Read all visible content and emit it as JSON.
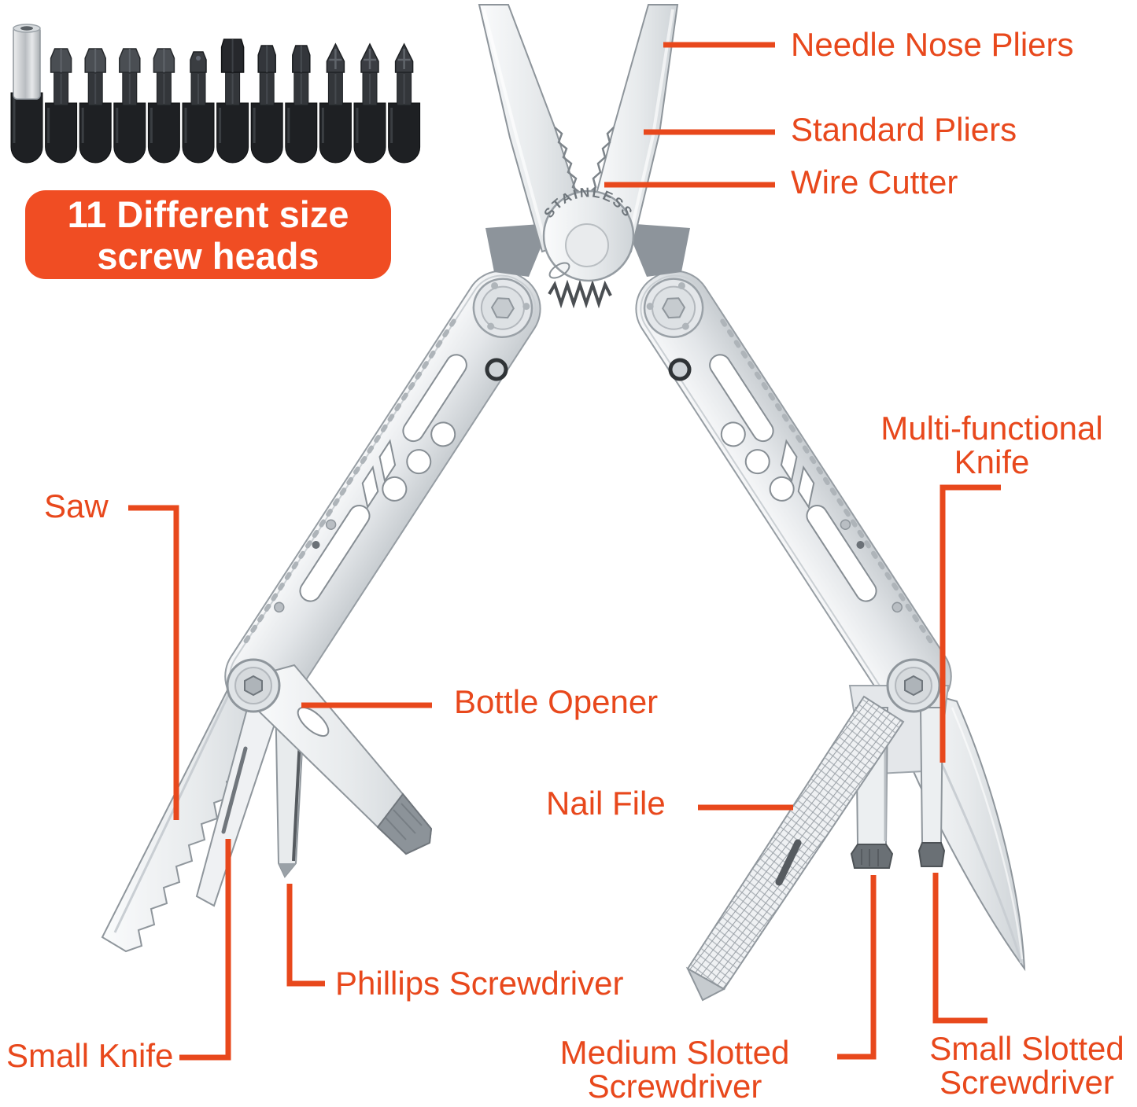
{
  "colors": {
    "accent": "#E8481C",
    "badge_bg": "#F04D23",
    "badge_text": "#FFFFFF",
    "metal_light": "#F2F3F5",
    "metal_dark": "#9AA1A7",
    "screwdriver_tip_dark": "#6A7075",
    "bit_black": "#2E3134"
  },
  "badge": {
    "line1": "11 Different size",
    "line2": "screw heads"
  },
  "engraving": "STAINLESS",
  "bits": {
    "items": [
      "adapter",
      "hex",
      "hex",
      "hex",
      "hex",
      "torx",
      "wide-slotted",
      "slotted",
      "slotted",
      "phillips",
      "phillips",
      "phillips"
    ]
  },
  "labels": {
    "needle_nose_pliers": "Needle Nose Pliers",
    "standard_pliers": "Standard Pliers",
    "wire_cutter": "Wire Cutter",
    "multi_functional_knife": {
      "line1": "Multi-functional",
      "line2": "Knife"
    },
    "saw": "Saw",
    "bottle_opener": "Bottle Opener",
    "nail_file": "Nail File",
    "small_knife": "Small Knife",
    "phillips_screwdriver": "Phillips Screwdriver",
    "medium_slotted_screwdriver": {
      "line1": "Medium Slotted",
      "line2": "Screwdriver"
    },
    "small_slotted_screwdriver": {
      "line1": "Small Slotted",
      "line2": "Screwdriver"
    }
  }
}
